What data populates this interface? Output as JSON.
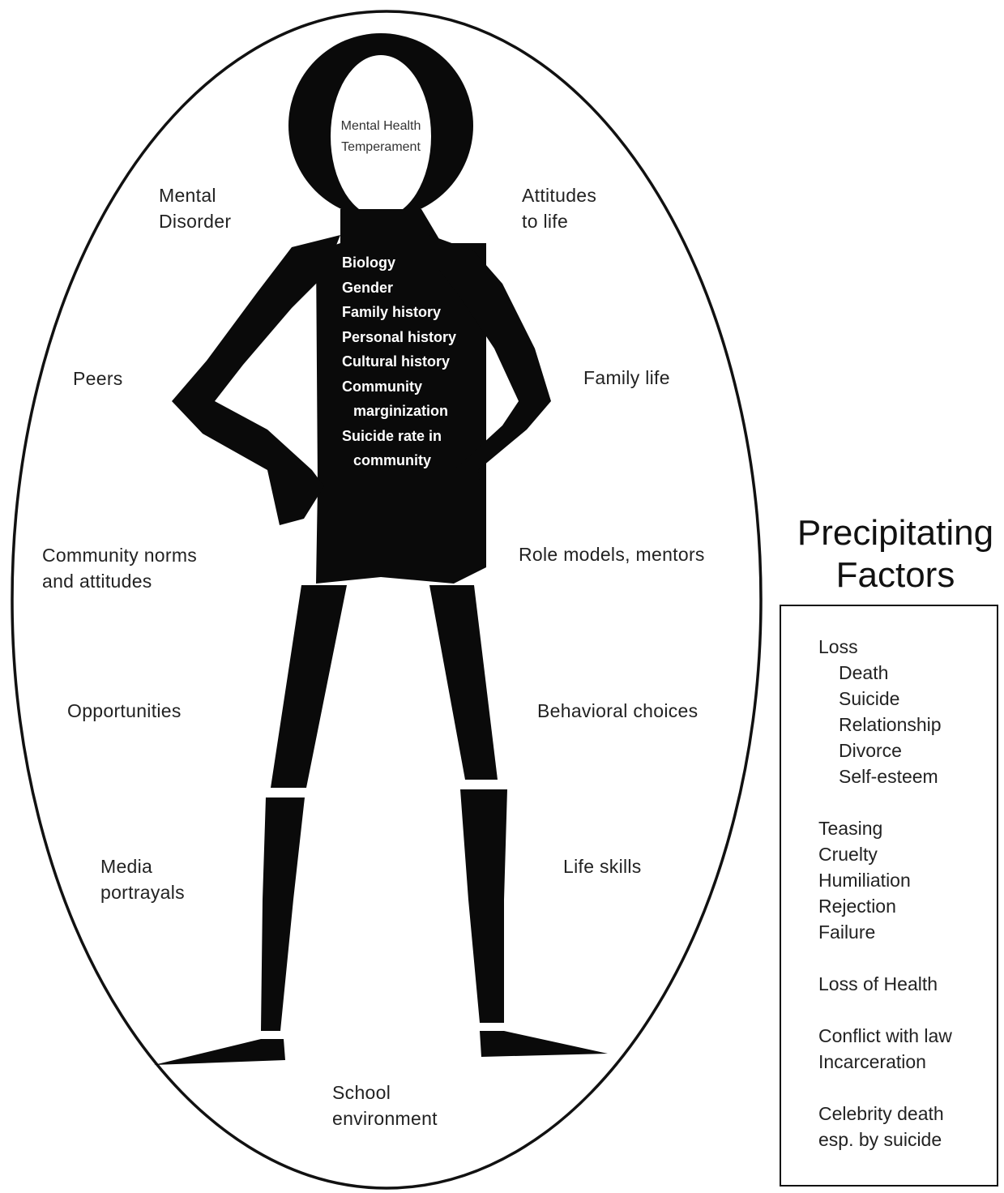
{
  "head": {
    "lines": [
      "Mental Health",
      "Temperament"
    ]
  },
  "body": {
    "lines": [
      "Biology",
      "Gender",
      "Family history",
      "Personal history",
      "Cultural history",
      "Community",
      "marginization",
      "Suicide rate in",
      "community"
    ]
  },
  "surrounding": {
    "mental_disorder": [
      "Mental",
      "Disorder"
    ],
    "attitudes": [
      "Attitudes",
      "to life"
    ],
    "peers": "Peers",
    "family_life": "Family life",
    "community_norms": [
      "Community norms",
      "and attitudes"
    ],
    "role_models": "Role models, mentors",
    "opportunities": "Opportunities",
    "behavioral": "Behavioral choices",
    "media": [
      "Media",
      "portrayals"
    ],
    "life_skills": "Life skills",
    "school": [
      "School",
      "environment"
    ]
  },
  "precipitating": {
    "title": [
      "Precipitating",
      "Factors"
    ],
    "groups": [
      {
        "heading": "Loss",
        "items": [
          "Death",
          "Suicide",
          "Relationship",
          "Divorce",
          "Self-esteem"
        ]
      },
      {
        "heading": "",
        "items": [
          "Teasing",
          "Cruelty",
          "Humiliation",
          "Rejection",
          "Failure"
        ]
      },
      {
        "heading": "",
        "items": [
          "Loss of Health"
        ]
      },
      {
        "heading": "",
        "items": [
          "Conflict with law",
          "Incarceration"
        ]
      },
      {
        "heading": "",
        "items": [
          "Celebrity death",
          "esp. by suicide"
        ]
      }
    ]
  }
}
